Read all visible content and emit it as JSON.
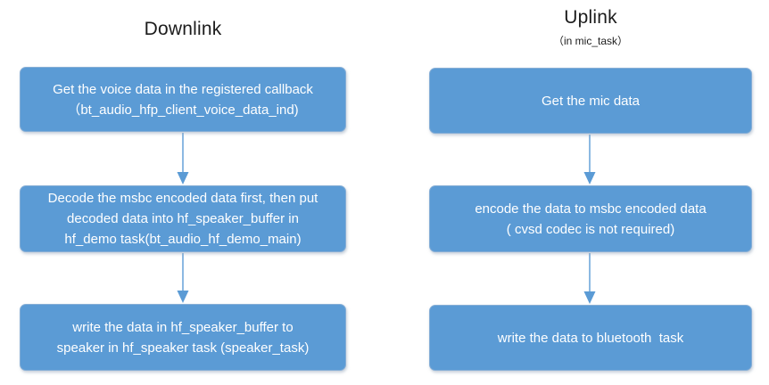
{
  "colors": {
    "box_fill": "#5b9bd5",
    "box_border": "#86aed6",
    "box_text": "#ffffff",
    "arrow": "#5b9bd5",
    "title_text": "#1c1c1c",
    "bg": "#ffffff"
  },
  "downlink": {
    "title": "Downlink",
    "steps": [
      {
        "text": "Get the voice data in the registered callback\n（bt_audio_hfp_client_voice_data_ind)"
      },
      {
        "text": "Decode the msbc encoded data first, then put\ndecoded data into hf_speaker_buffer in\nhf_demo task(bt_audio_hf_demo_main)"
      },
      {
        "text": "write the data in hf_speaker_buffer to\nspeaker in hf_speaker task (speaker_task)"
      }
    ]
  },
  "uplink": {
    "title": "Uplink",
    "subtitle": "（in mic_task）",
    "steps": [
      {
        "text": "Get the mic data"
      },
      {
        "text": "encode the data to msbc encoded data\n( cvsd codec is not required)"
      },
      {
        "text": "write the data to bluetooth  task"
      }
    ]
  }
}
